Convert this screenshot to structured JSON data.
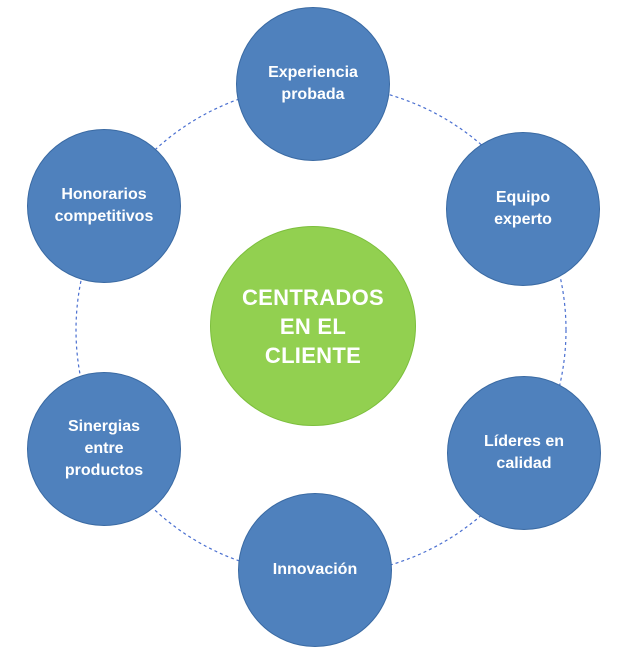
{
  "center": {
    "label": "CENTRADOS\nEN EL\nCLIENTE",
    "color": "#92d050"
  },
  "nodes": {
    "top": {
      "label": "Experiencia\nprobada"
    },
    "tr": {
      "label": "Equipo\nexperto"
    },
    "br": {
      "label": "Líderes en\ncalidad"
    },
    "bottom": {
      "label": "Innovación"
    },
    "bl": {
      "label": "Sinergias\nentre\nproductos"
    },
    "tl": {
      "label": "Honorarios\ncompetitivos"
    }
  },
  "colors": {
    "node": "#4f81bd",
    "ring": "#4a6fd0"
  }
}
